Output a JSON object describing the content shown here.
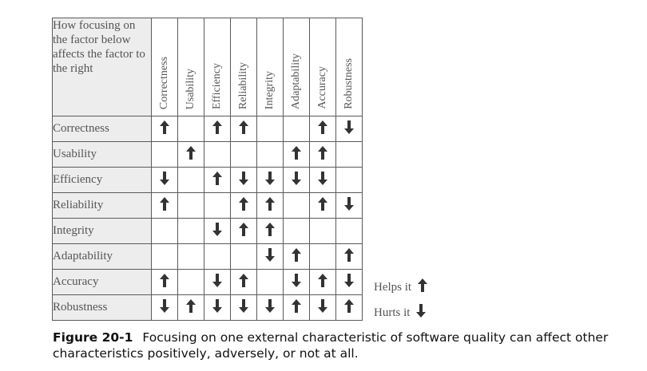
{
  "table": {
    "corner_label": "How focusing on the factor below affects the factor to the right",
    "columns": [
      "Correctness",
      "Usability",
      "Efficiency",
      "Reliability",
      "Integrity",
      "Adaptability",
      "Accuracy",
      "Robustness"
    ],
    "rows": [
      {
        "label": "Correctness",
        "cells": [
          "up",
          "",
          "up",
          "up",
          "",
          "",
          "up",
          "down"
        ]
      },
      {
        "label": "Usability",
        "cells": [
          "",
          "up",
          "",
          "",
          "",
          "up",
          "up",
          ""
        ]
      },
      {
        "label": "Efficiency",
        "cells": [
          "down",
          "",
          "up",
          "down",
          "down",
          "down",
          "down",
          ""
        ]
      },
      {
        "label": "Reliability",
        "cells": [
          "up",
          "",
          "",
          "up",
          "up",
          "",
          "up",
          "down"
        ]
      },
      {
        "label": "Integrity",
        "cells": [
          "",
          "",
          "down",
          "up",
          "up",
          "",
          "",
          ""
        ]
      },
      {
        "label": "Adaptability",
        "cells": [
          "",
          "",
          "",
          "",
          "down",
          "up",
          "",
          "up"
        ]
      },
      {
        "label": "Accuracy",
        "cells": [
          "up",
          "",
          "down",
          "up",
          "",
          "down",
          "up",
          "down"
        ]
      },
      {
        "label": "Robustness",
        "cells": [
          "down",
          "up",
          "down",
          "down",
          "down",
          "up",
          "down",
          "up"
        ]
      }
    ]
  },
  "legend": {
    "helps": "Helps it",
    "hurts": "Hurts it"
  },
  "caption": {
    "label": "Figure 20-1",
    "text": "Focusing on one external characteristic of software quality can affect other characteristics positively, adversely, or not at all."
  },
  "colors": {
    "arrow": "#333333",
    "border": "#5a5a5a",
    "header_fill": "#ededed",
    "text": "#555555"
  }
}
